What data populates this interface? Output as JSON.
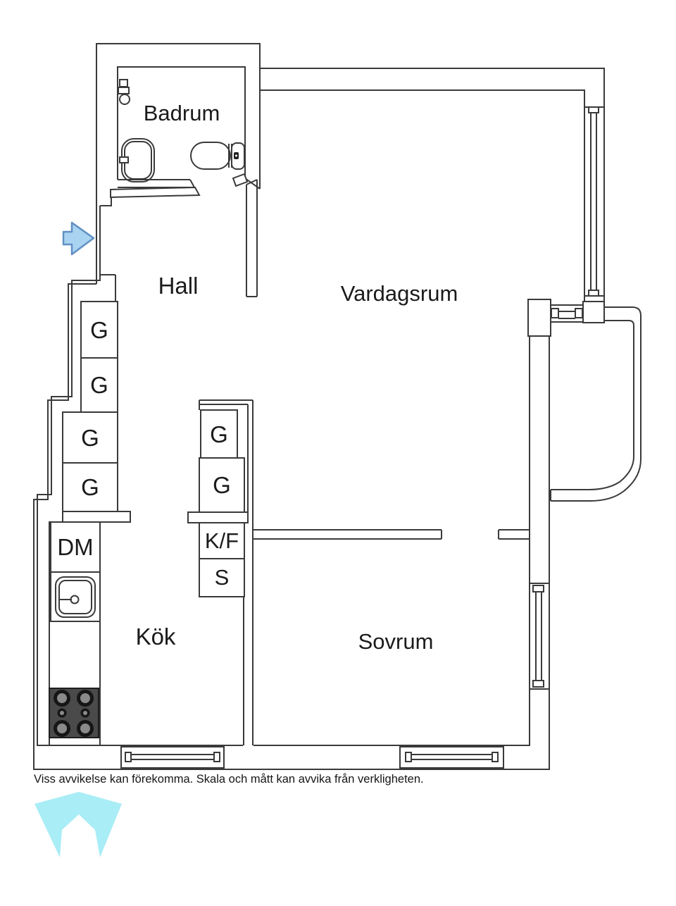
{
  "plan": {
    "rooms": {
      "bathroom": "Badrum",
      "hall": "Hall",
      "living_room": "Vardagsrum",
      "kitchen": "Kök",
      "bedroom": "Sovrum"
    },
    "hall_wardrobes": [
      "G",
      "G",
      "G",
      "G"
    ],
    "kitchen_wardrobes": [
      "G",
      "G"
    ],
    "appliances": {
      "dishwasher": "DM",
      "fridge_freezer": "K/F",
      "pantry": "S"
    }
  },
  "footer": {
    "disclaimer": "Viss avvikelse kan förekomma. Skala och mått kan avvika från verkligheten."
  },
  "colors": {
    "wall_line": "#3a3a3a",
    "arrow_fill": "#a9d3f1",
    "arrow_stroke": "#6090c2",
    "logo": "#a9edf6",
    "stove_body": "#4a4a4a"
  }
}
